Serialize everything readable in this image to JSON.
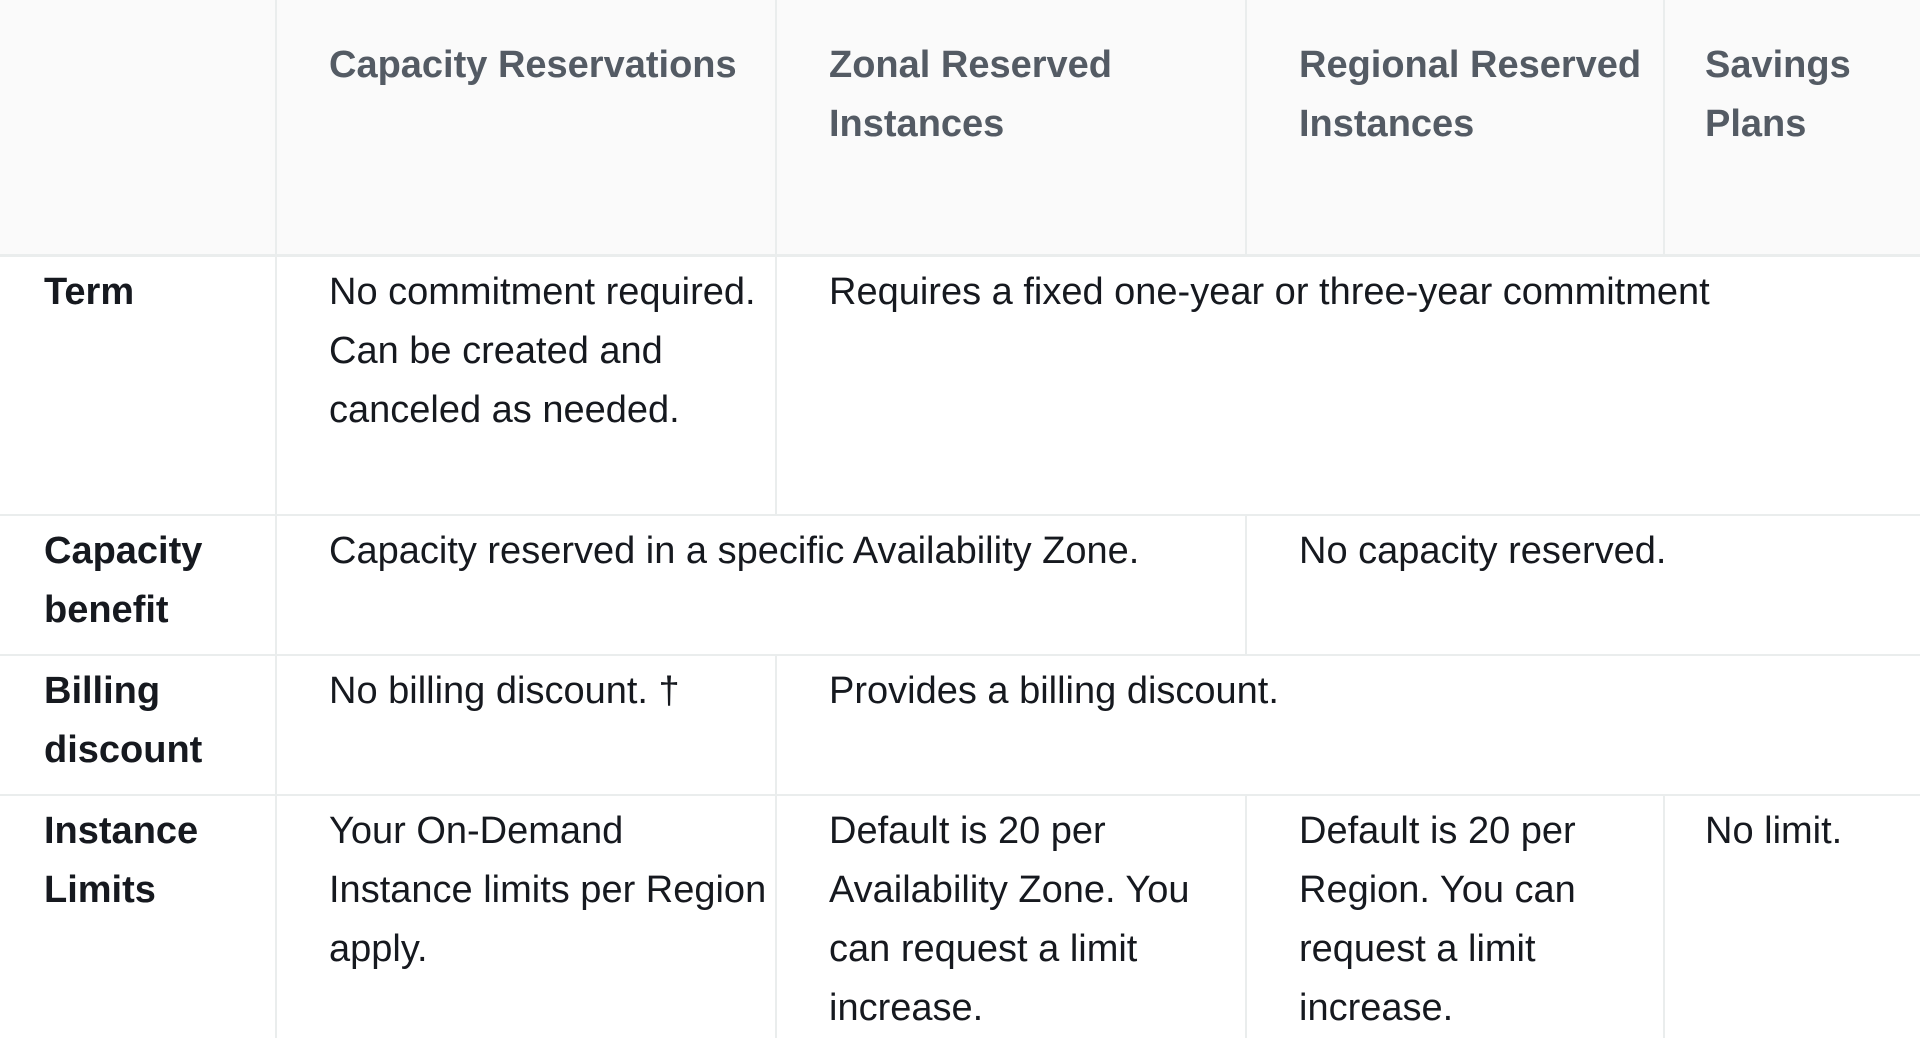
{
  "header": {
    "corner": "",
    "columns": [
      "Capacity Reservations",
      "Zonal Reserved Instances",
      "Regional Reserved Instances",
      "Savings Plans"
    ]
  },
  "rows": {
    "term": {
      "label": "Term",
      "capacity_reservations": "No commitment required. Can be created and canceled as needed.",
      "others": "Requires a fixed one-year or three-year commitment"
    },
    "capacity_benefit": {
      "label": "Capacity benefit",
      "zonal": "Capacity reserved in a specific Availability Zone.",
      "regional": "No capacity reserved."
    },
    "billing_discount": {
      "label": "Billing discount",
      "capacity_reservations": "No billing discount. †",
      "others": "Provides a billing discount."
    },
    "instance_limits": {
      "label": "Instance Limits",
      "capacity_reservations": "Your On-Demand Instance limits per Region apply.",
      "zonal_ri": "Default is 20 per Availability Zone. You can request a limit increase.",
      "regional_ri": "Default is 20 per Region. You can request a limit increase.",
      "savings_plans": "No limit."
    }
  },
  "colors": {
    "header_text": "#545b64",
    "body_text": "#16191f",
    "border": "#eaeded",
    "header_bg": "#fafafa"
  }
}
